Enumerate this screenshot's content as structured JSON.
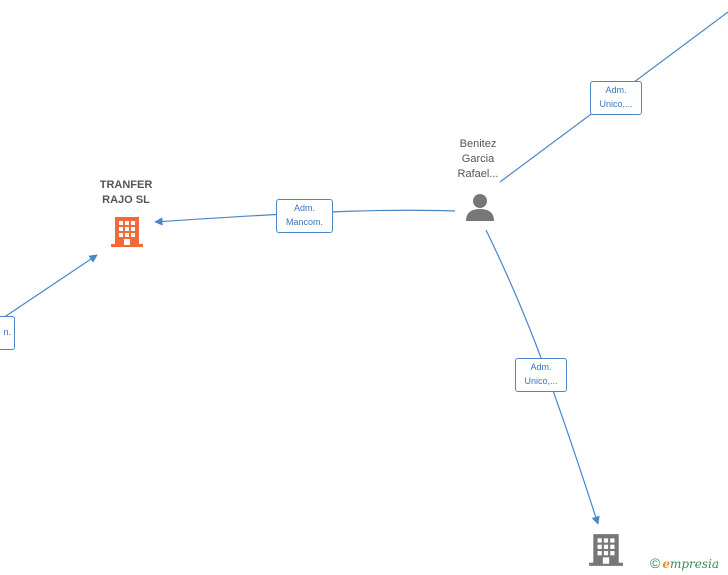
{
  "nodes": {
    "tranfer": {
      "line1": "TRANFER",
      "line2": "RAJO SL",
      "icon": "building-icon",
      "color": "#f26a3a"
    },
    "benitez": {
      "line1": "Benitez",
      "line2": "Garcia",
      "line3": "Rafael...",
      "icon": "person-icon",
      "color": "#777777"
    },
    "bottom_company": {
      "icon": "building-icon",
      "color": "#777777"
    }
  },
  "edges": {
    "to_tranfer": {
      "line1": "Adm.",
      "line2": "Mancom."
    },
    "to_top_right": {
      "line1": "Adm.",
      "line2": "Unico,..."
    },
    "to_bottom": {
      "line1": "Adm.",
      "line2": "Unico,..."
    },
    "left_partial": {
      "text": "n."
    }
  },
  "colors": {
    "edge": "#4a86c8"
  },
  "brand": {
    "copyright": "©",
    "e": "e",
    "rest": "mpresia"
  }
}
